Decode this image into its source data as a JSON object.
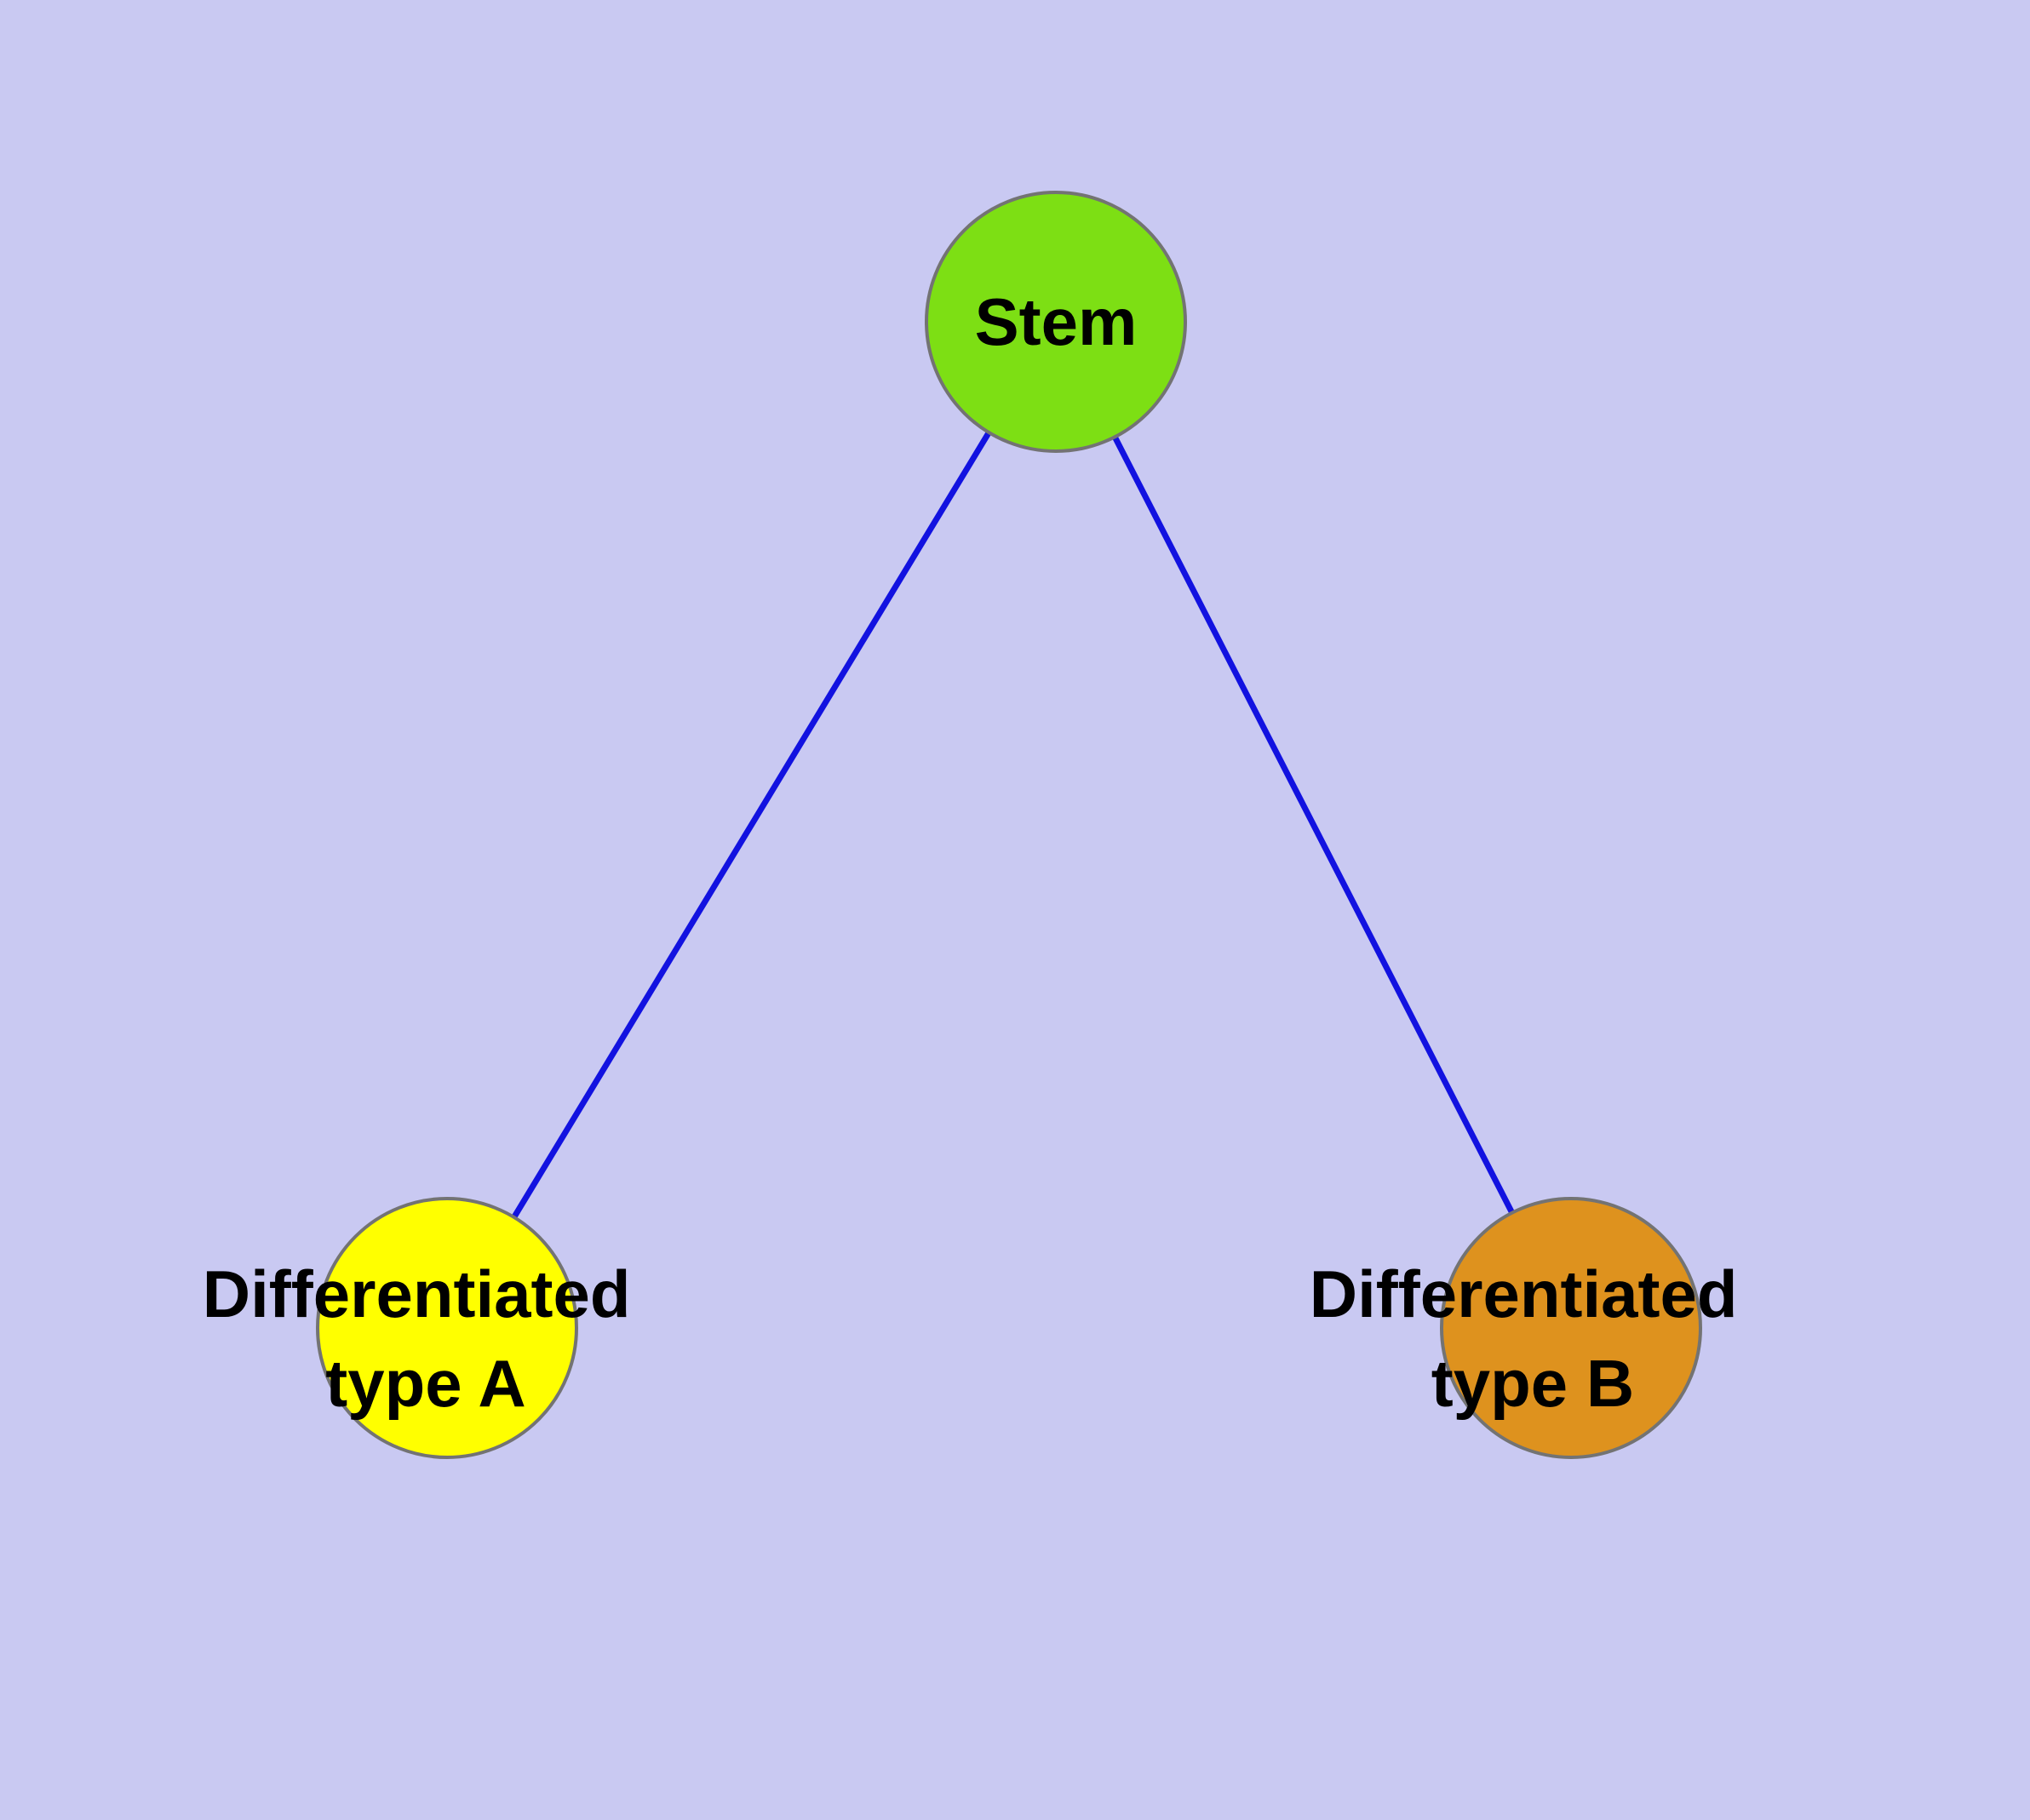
{
  "diagram": {
    "type": "node-edge-graph",
    "background_color": "#c9c9f2",
    "edge_color": "#1212e0",
    "node_border_color": "#737373",
    "nodes": [
      {
        "id": "stem",
        "label": "Stem",
        "color": "#7ddf14"
      },
      {
        "id": "differentiated-type-a",
        "label": "Differentiated type A",
        "label_line1": "Differentiated",
        "label_line2": "type A",
        "color": "#ffff00"
      },
      {
        "id": "differentiated-type-b",
        "label": "Differentiated type B",
        "label_line1": "Differentiated",
        "label_line2": "type B",
        "color": "#de921e"
      }
    ],
    "edges": [
      {
        "from": "stem",
        "to": "differentiated-type-a"
      },
      {
        "from": "stem",
        "to": "differentiated-type-b"
      }
    ]
  }
}
